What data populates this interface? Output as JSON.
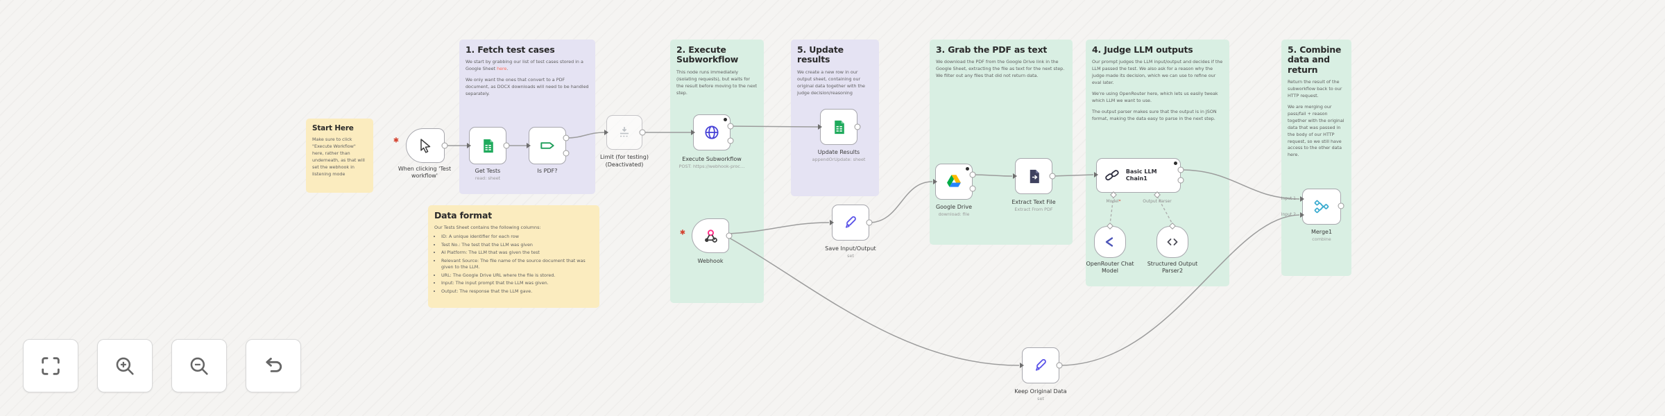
{
  "app": "workflow-canvas",
  "colors": {
    "canvas": "#f5f4f2",
    "sticky_yellow": "#fbecbf",
    "sticky_purple": "#e5e3f3",
    "sticky_green": "#d9efe3",
    "link": "#ff6d5a",
    "edge": "#9c9c9c",
    "required_marker": "#d4412e"
  },
  "stickies": {
    "start": {
      "title": "Start Here",
      "body": "Make sure to click \"Execute Workflow\" here, rather than underneath, as that will set the webhook in listening mode"
    },
    "fetch": {
      "title": "1. Fetch test cases",
      "p1": "We start by grabbing our list of test cases stored in a Google Sheet ",
      "p1_link": "here",
      "p1_end": ".",
      "p2": "We only want the ones that convert to a PDF document, as DOCX downloads will need to be handled separately."
    },
    "data_format": {
      "title": "Data format",
      "intro": "Our Tests Sheet contains the following columns:",
      "bullets": [
        "ID: A unique identifier for each row",
        "Test No.: The test that the LLM was given",
        "AI Platform: The LLM that was given the test",
        "Relevant Source: The file name of the source document that was given to the LLM.",
        "URL: The Google Drive URL where the file is stored.",
        "Input: The input prompt that the LLM was given.",
        "Output: The response that the LLM gave."
      ]
    },
    "execute": {
      "title": "2. Execute Subworkflow",
      "p1": "This node runs immediately (isolating requests), but waits for the result before moving to the next step."
    },
    "update": {
      "title": "5. Update results",
      "p1": "We create a new row in our output sheet, containing our original data together with the judge decision/reasoning"
    },
    "grab": {
      "title": "3. Grab the PDF as text",
      "p1": "We download the PDF from the Google Drive link in the Google Sheet, extracting the file as text for the next step. We filter out any files that did not return data."
    },
    "judge": {
      "title": "4. Judge LLM outputs",
      "p1": "Our prompt judges the LLM input/output and decides if the LLM passed the test. We also ask for a reason why the judge made its decision, which we can use to refine our eval later.",
      "p2": "We're using OpenRouter here, which lets us easily tweak which LLM we want to use.",
      "p3": "The output parser makes sure that the output is in JSON format, making the data easy to parse in the next step."
    },
    "combine": {
      "title": "5. Combine data and return",
      "p1": "Return the result of the subworkflow back to our HTTP request.",
      "p2": "We are merging our pass/fail + reason together with the original data that was passed in the body of our HTTP request, so we still have access to the other data here."
    }
  },
  "nodes": {
    "when_clicking": {
      "label": "When clicking 'Test workflow'",
      "icon": "cursor-icon"
    },
    "get_tests": {
      "label": "Get Tests",
      "sublabel": "read: sheet",
      "icon": "google-sheets-icon"
    },
    "is_pdf": {
      "label": "Is PDF?",
      "icon": "if-signpost-icon"
    },
    "limit": {
      "label": "Limit (for testing)",
      "sublabel": "(Deactivated)",
      "icon": "limit-icon"
    },
    "execute_subworkflow": {
      "label": "Execute Subworkflow",
      "sublabel": "POST: https://webhook-proc…",
      "icon": "http-globe-icon"
    },
    "update_results": {
      "label": "Update Results",
      "sublabel": "appendOrUpdate: sheet",
      "icon": "google-sheets-icon"
    },
    "webhook": {
      "label": "Webhook",
      "icon": "webhook-icon"
    },
    "save_io": {
      "label": "Save Input/Output",
      "sublabel": "set",
      "icon": "pencil-icon"
    },
    "google_drive": {
      "label": "Google Drive",
      "sublabel": "download: file",
      "icon": "google-drive-icon"
    },
    "extract_text": {
      "label": "Extract Text File",
      "sublabel": "Extract From PDF",
      "icon": "extract-file-icon"
    },
    "llm_chain": {
      "label": "Basic LLM Chain1",
      "port_model": "Model",
      "port_model_req": "*",
      "port_parser": "Output Parser",
      "icon": "chain-icon"
    },
    "openrouter": {
      "label": "OpenRouter Chat Model",
      "icon": "openrouter-icon"
    },
    "struct_parser": {
      "label": "Structured Output Parser2",
      "icon": "code-brackets-icon"
    },
    "merge": {
      "label": "Merge1",
      "sublabel": "combine",
      "in1": "Input 1",
      "in2": "Input 2",
      "icon": "merge-icon"
    },
    "keep_original": {
      "label": "Keep Original Data",
      "sublabel": "set",
      "icon": "pencil-icon"
    }
  },
  "controls": {
    "buttons": [
      {
        "icon": "fit-view-icon"
      },
      {
        "icon": "zoom-in-icon"
      },
      {
        "icon": "zoom-out-icon"
      },
      {
        "icon": "undo-icon"
      }
    ]
  }
}
